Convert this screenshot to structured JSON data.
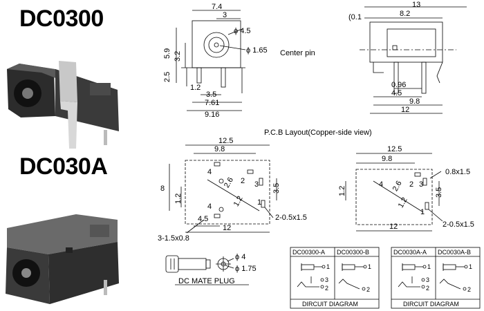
{
  "models": {
    "dc0300": "DC0300",
    "dc030a": "DC030A"
  },
  "labels": {
    "center_pin": "Center pin",
    "pcb_layout": "P.C.B Layout(Copper-side view)",
    "mate_plug": "DC MATE PLUG",
    "circuit_diagram": "DIRCUIT DIAGRAM"
  },
  "dims_top_left": {
    "w7_4": "7.4",
    "w3": "3",
    "phi4_5": "ϕ 4.5",
    "phi1_65": "ϕ 1.65",
    "h5_9": "5.9",
    "h3_2": "3.2",
    "h2_5": "2.5",
    "d1_2": "1.2",
    "d3_5": "3.5",
    "d7_61": "7.61",
    "d9_16": "9.16"
  },
  "dims_top_right": {
    "d13": "13",
    "d0_1": "(0.1",
    "d8_2": "8.2",
    "d0_96": "0.96",
    "d4_5": "4.5",
    "d9_8": "9.8",
    "d12": "12"
  },
  "dims_pcb_left": {
    "d12_5": "12.5",
    "d9_8": "9.8",
    "h8": "8",
    "h1_2": "1.2",
    "r2_6": "2.6",
    "r1_2": "1.2",
    "p2": "2",
    "p3": "3",
    "h3_5": "3.5",
    "p4a": "4",
    "p4b": "4",
    "p1": "1",
    "d4_5": "4.5",
    "d12": "12",
    "slot": "2-0.5x1.5",
    "holes": "3-1.5x0.8"
  },
  "dims_pcb_right": {
    "d12_5": "12.5",
    "d9_8": "9.8",
    "slot_top": "0.8x1.5",
    "h1_2": "1.2",
    "r2_6": "2.6",
    "r1_2": "1.2",
    "p2": "2",
    "p3": "3",
    "p4": "4",
    "p1": "1",
    "h3_5": "3.5",
    "d12": "12",
    "slot": "2-0.5x1.5"
  },
  "plug_dims": {
    "phi4": "ϕ 4",
    "phi1_75": "ϕ 1.75"
  },
  "circuit_box_1": {
    "col_a": "DC00300-A",
    "col_b": "DC00300-B",
    "a_pins": [
      "1",
      "3",
      "2"
    ],
    "b_pins": [
      "1",
      "2"
    ]
  },
  "circuit_box_2": {
    "col_a": "DC0030A-A",
    "col_b": "DC0030A-B",
    "a_pins": [
      "1",
      "3",
      "2"
    ],
    "b_pins": [
      "1",
      "2"
    ]
  }
}
